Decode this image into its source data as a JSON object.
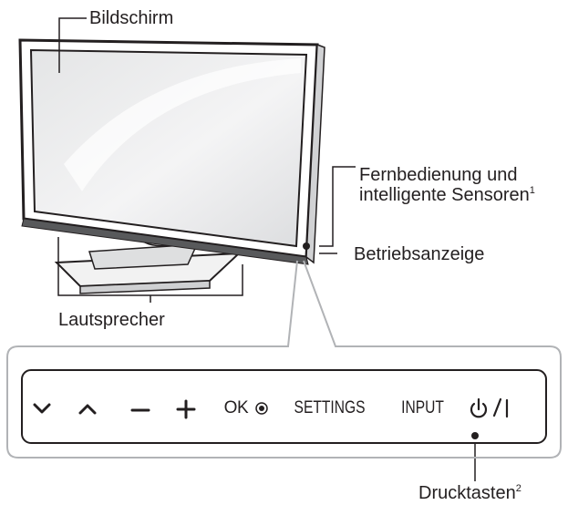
{
  "labels": {
    "screen": "Bildschirm",
    "remote_sensors": "Fernbedienung und",
    "remote_sensors_line2": "intelligente Sensoren",
    "remote_sensors_sup": "1",
    "power_indicator": "Betriebsanzeige",
    "speakers": "Lautsprecher",
    "buttons": "Drucktasten",
    "buttons_sup": "2"
  },
  "panel": {
    "buttons": [
      {
        "name": "down-button",
        "label": "",
        "icon": "chevron-down-icon"
      },
      {
        "name": "up-button",
        "label": "",
        "icon": "chevron-up-icon"
      },
      {
        "name": "minus-button",
        "label": "",
        "icon": "minus-icon"
      },
      {
        "name": "plus-button",
        "label": "",
        "icon": "plus-icon"
      },
      {
        "name": "ok-button",
        "label": "OK",
        "icon": "radio-dot-icon"
      },
      {
        "name": "settings-button",
        "label": "SETTINGS",
        "icon": ""
      },
      {
        "name": "input-button",
        "label": "INPUT",
        "icon": ""
      },
      {
        "name": "power-button",
        "label": "",
        "icon": "power-icon"
      }
    ]
  }
}
